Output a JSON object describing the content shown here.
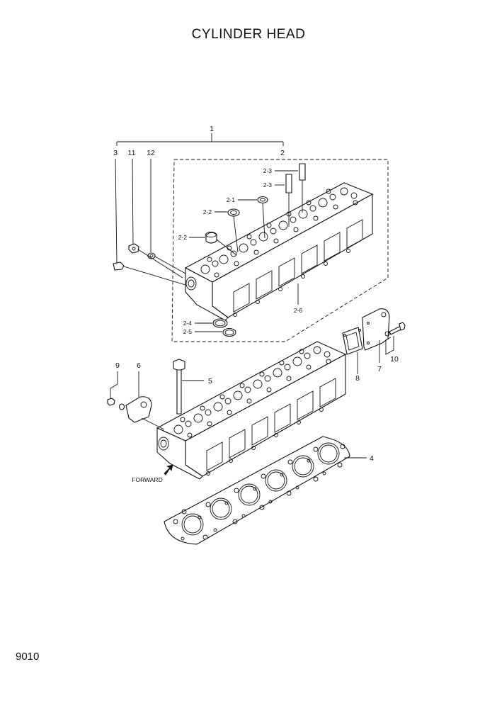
{
  "title": "CYLINDER HEAD",
  "page_code": "9010",
  "callouts": {
    "c1": "1",
    "c2": "2",
    "c3": "3",
    "c11": "11",
    "c12": "12",
    "c2_3a": "2-3",
    "c2_3b": "2-3",
    "c2_1": "2-1",
    "c2_2a": "2-2",
    "c2_2b": "2-2",
    "c2_6": "2-6",
    "c2_4": "2-4",
    "c2_5": "2-5",
    "c4": "4",
    "c5": "5",
    "c6": "6",
    "c7": "7",
    "c8": "8",
    "c9": "9",
    "c10": "10"
  },
  "forward_label": "FORWARD"
}
